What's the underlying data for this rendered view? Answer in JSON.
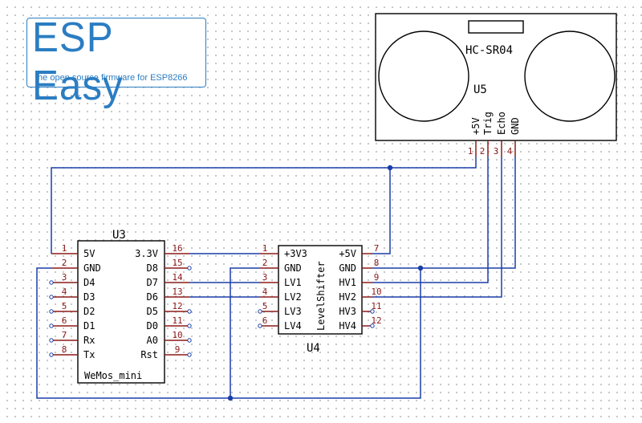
{
  "logo": {
    "title": "ESP Easy",
    "subtitle": "the open source firmware for ESP8266"
  },
  "colors": {
    "wire": "#1a3ea8",
    "pin": "#8b1a1a",
    "logo": "#2b7dc2"
  },
  "u5": {
    "ref": "U5",
    "value": "HC-SR04",
    "pins": [
      {
        "num": "1",
        "name": "+5V"
      },
      {
        "num": "2",
        "name": "Trig"
      },
      {
        "num": "3",
        "name": "Echo"
      },
      {
        "num": "4",
        "name": "GND"
      }
    ]
  },
  "u3": {
    "ref": "U3",
    "value": "WeMos_mini",
    "left_pins": [
      {
        "num": "1",
        "name": "5V"
      },
      {
        "num": "2",
        "name": "GND"
      },
      {
        "num": "3",
        "name": "D4"
      },
      {
        "num": "4",
        "name": "D3"
      },
      {
        "num": "5",
        "name": "D2"
      },
      {
        "num": "6",
        "name": "D1"
      },
      {
        "num": "7",
        "name": "Rx"
      },
      {
        "num": "8",
        "name": "Tx"
      }
    ],
    "right_pins": [
      {
        "num": "16",
        "name": "3.3V"
      },
      {
        "num": "15",
        "name": "D8"
      },
      {
        "num": "14",
        "name": "D7"
      },
      {
        "num": "13",
        "name": "D6"
      },
      {
        "num": "12",
        "name": "D5"
      },
      {
        "num": "11",
        "name": "D0"
      },
      {
        "num": "10",
        "name": "A0"
      },
      {
        "num": "9",
        "name": "Rst"
      }
    ]
  },
  "u4": {
    "ref": "U4",
    "value": "LevelShifter",
    "left_pins": [
      {
        "num": "1",
        "name": "+3V3"
      },
      {
        "num": "2",
        "name": "GND"
      },
      {
        "num": "3",
        "name": "LV1"
      },
      {
        "num": "4",
        "name": "LV2"
      },
      {
        "num": "5",
        "name": "LV3"
      },
      {
        "num": "6",
        "name": "LV4"
      }
    ],
    "right_pins": [
      {
        "num": "7",
        "name": "+5V"
      },
      {
        "num": "8",
        "name": "GND"
      },
      {
        "num": "9",
        "name": "HV1"
      },
      {
        "num": "10",
        "name": "HV2"
      },
      {
        "num": "11",
        "name": "HV3"
      },
      {
        "num": "12",
        "name": "HV4"
      }
    ]
  }
}
